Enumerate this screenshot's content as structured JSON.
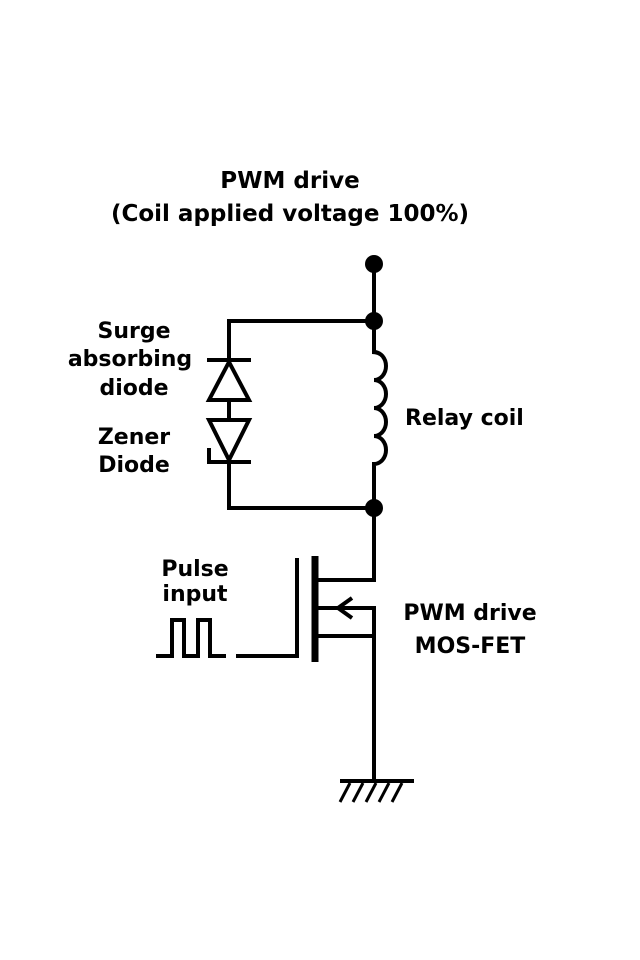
{
  "title": {
    "line1": "PWM drive",
    "line2": "(Coil applied voltage 100%)"
  },
  "labels": {
    "surge_line1": "Surge",
    "surge_line2": "absorbing",
    "surge_line3": "diode",
    "zener_line1": "Zener",
    "zener_line2": "Diode",
    "relay_coil": "Relay coil",
    "pulse_line1": "Pulse",
    "pulse_line2": "input",
    "mosfet_line1": "PWM drive",
    "mosfet_line2": "MOS-FET"
  }
}
